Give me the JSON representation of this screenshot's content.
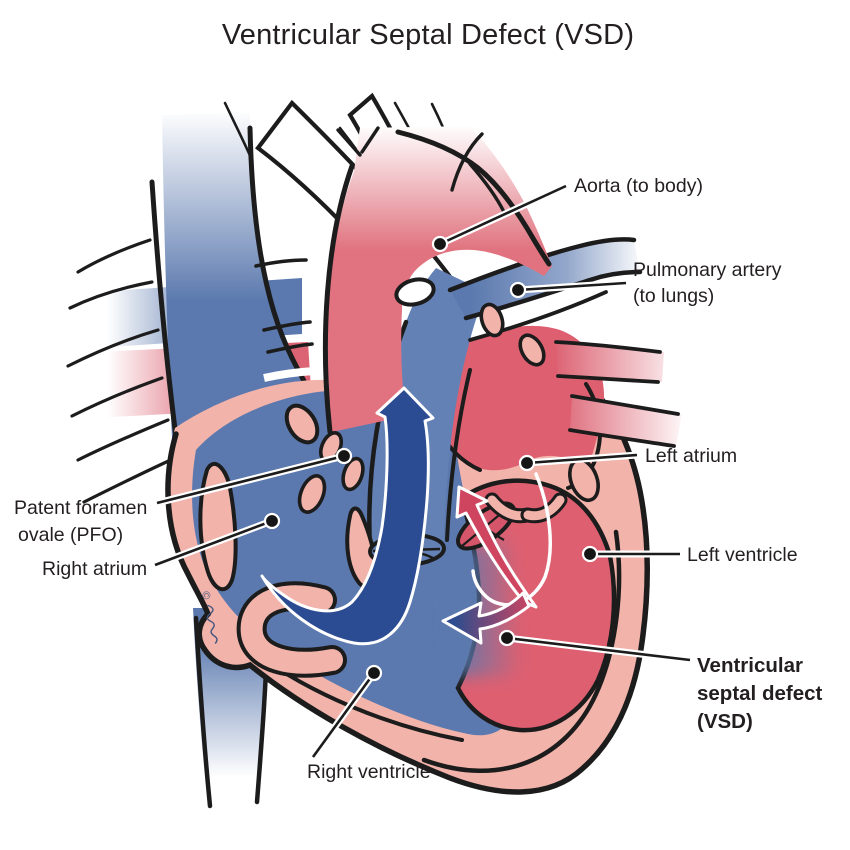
{
  "diagram": {
    "title": "Ventricular Septal Defect (VSD)",
    "labels": {
      "aorta": {
        "text": "Aorta (to body)"
      },
      "pulmonary_artery": {
        "line1": "Pulmonary artery",
        "line2": "(to lungs)"
      },
      "left_atrium": {
        "text": "Left atrium"
      },
      "left_ventricle": {
        "text": "Left ventricle"
      },
      "vsd": {
        "line1": "Ventricular",
        "line2": "septal defect",
        "line3": "(VSD)"
      },
      "pfo": {
        "line1": "Patent foramen",
        "line2": "ovale (PFO)"
      },
      "right_atrium": {
        "text": "Right atrium"
      },
      "right_ventricle": {
        "text": "Right ventricle"
      }
    },
    "copyright_mark": "©",
    "colors": {
      "deoxygenated_blue": "#5b79ae",
      "oxygenated_red": "#de5f70",
      "aorta_pink": "#e0737f",
      "heart_wall_salmon": "#f2b3aa",
      "flow_arrow_dark_blue": "#2b4b92",
      "flow_arrow_red": "#cf4560",
      "outline_black": "#1c1c1c",
      "label_text": "#231f20"
    }
  }
}
